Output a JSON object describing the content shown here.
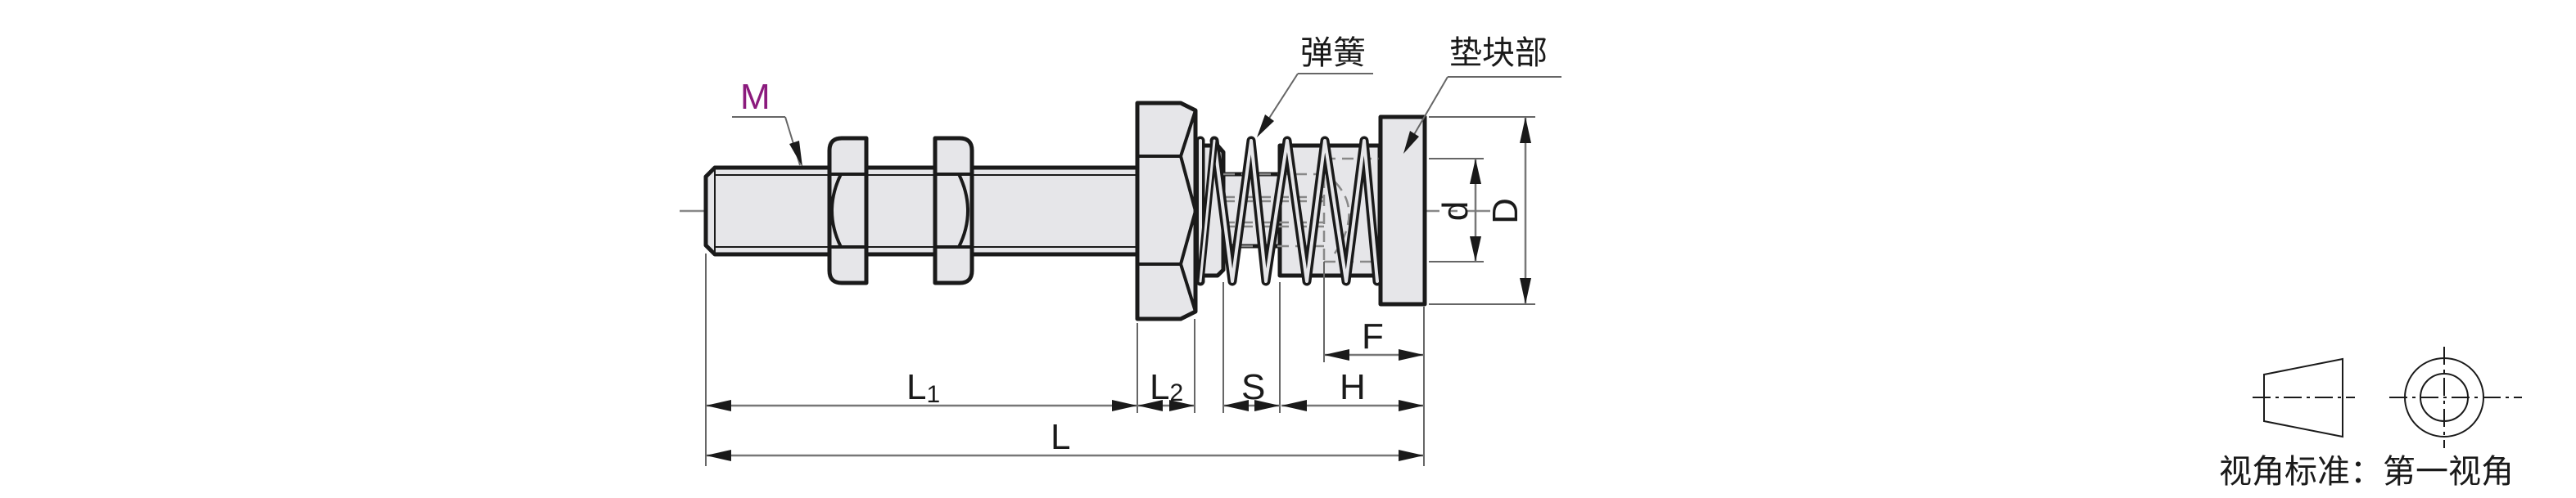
{
  "drawing": {
    "title": "Spring plunger with pad (hex head, lock nuts)",
    "callouts": {
      "thread": "M",
      "spring": "弹簧",
      "pad": "垫块部"
    },
    "dimensions": {
      "L": "L",
      "L1_base": "L",
      "L1_sub": "1",
      "L2_base": "L",
      "L2_sub": "2",
      "S": "S",
      "H": "H",
      "F": "F",
      "d": "d",
      "D": "D"
    },
    "colors": {
      "thread_label": "#8b1a7d",
      "part_fill": "#e6e6e9",
      "outline": "#1a1a1a"
    }
  },
  "projection": {
    "label": "视角标准：第一视角",
    "label_prefix": "视角标准：",
    "label_value": "第一视角"
  }
}
